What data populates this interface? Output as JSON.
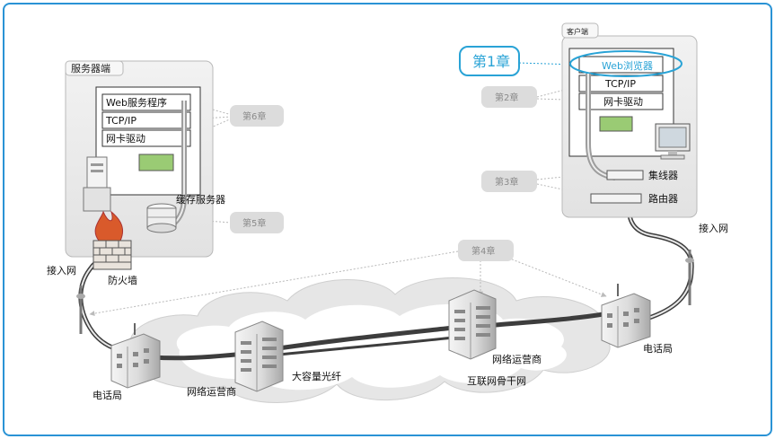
{
  "server": {
    "title": "服务器端",
    "stack": [
      "Web服务程序",
      "TCP/IP",
      "网卡驱动"
    ],
    "cache": "缓存服务器",
    "firewall": "防火墙",
    "access": "接入网"
  },
  "client": {
    "title": "客户端",
    "stack": [
      "Web浏览器",
      "TCP/IP",
      "网卡驱动"
    ],
    "hub": "集线器",
    "router": "路由器",
    "access": "接入网"
  },
  "chapters": {
    "ch1": "第1章",
    "ch2": "第2章",
    "ch3": "第3章",
    "ch4": "第4章",
    "ch5": "第5章",
    "ch6": "第6章"
  },
  "network": {
    "tel_left": "电话局",
    "tel_right": "电话局",
    "isp_left": "网络运营商",
    "isp_right": "网络运营商",
    "fiber": "大容量光纤",
    "backbone": "互联网骨干网"
  },
  "colors": {
    "frame": "#2a93d5",
    "highlight": "#29a3d6",
    "panel": "#e9e9e9",
    "chapter_bg": "#dcdcdc"
  }
}
